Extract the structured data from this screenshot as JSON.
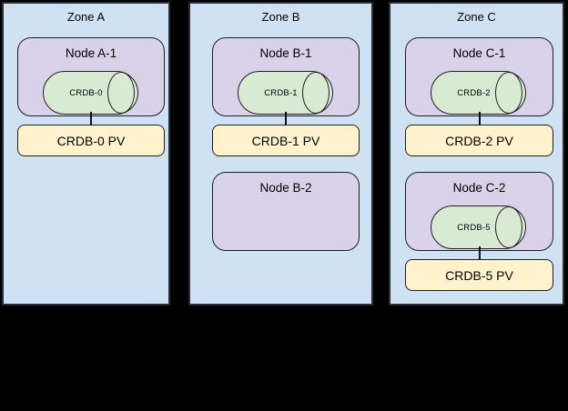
{
  "colors": {
    "background": "#000000",
    "zone_fill": "#cfe2f3",
    "zone_border": "#262d36",
    "node_fill": "#d9d2e9",
    "pod_cylinder_fill": "#d9ead3",
    "pv_fill": "#fff2cc",
    "shape_border": "#1f1f1f",
    "text": "#000000"
  },
  "zones": [
    {
      "label": "Zone A",
      "nodes": [
        {
          "label": "Node A-1",
          "pod": "CRDB-0",
          "pv": "CRDB-0 PV"
        }
      ]
    },
    {
      "label": "Zone B",
      "nodes": [
        {
          "label": "Node B-1",
          "pod": "CRDB-1",
          "pv": "CRDB-1 PV"
        },
        {
          "label": "Node B-2"
        }
      ]
    },
    {
      "label": "Zone C",
      "nodes": [
        {
          "label": "Node C-1",
          "pod": "CRDB-2",
          "pv": "CRDB-2 PV"
        },
        {
          "label": "Node C-2",
          "pod": "CRDB-5",
          "pv": "CRDB-5 PV"
        }
      ]
    }
  ]
}
